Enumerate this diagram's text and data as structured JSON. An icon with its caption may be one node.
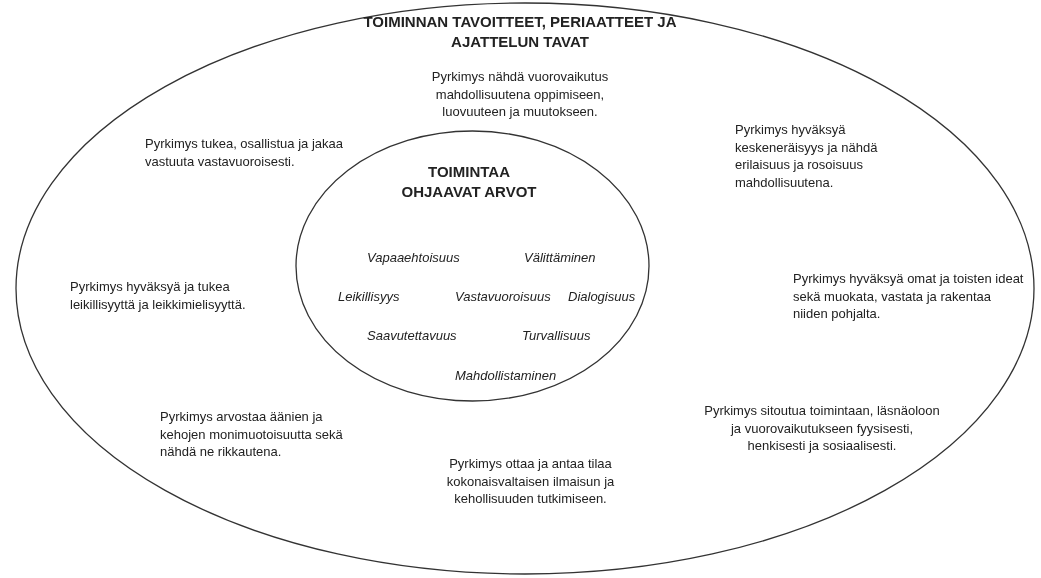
{
  "diagram": {
    "nodes": [
      {
        "text": [
          "TOIMINNAN TAVOITTEET, PERIAATTEET JA AJATTELUN TAVAT",
          "Pyrkimys nähdä vuorovaikutus mahdollisuutena oppimiseen, luovuuteen ja muutokseen.",
          "Pyrkimys tukea, osallistua ja jakaa vastuuta vastavuoroisesti.",
          "Pyrkimys hyväksyä keskeneräisyys ja nähdä erilaisuus ja rosoisuus mahdollisuutena.",
          "Pyrkimys hyväksyä ja tukea leikillisyyttä ja leikkimielisyyttä.",
          "Pyrkimys hyväksyä omat ja toisten ideat sekä muokata, vastata ja rakentaa niiden pohjalta.",
          "Pyrkimys arvostaa äänien ja kehojen monimuotoisuutta sekä nähdä ne rikkautena.",
          "Pyrkimys sitoutua toimintaan, läsnäoloon ja vuorovaikutukseen fyysisesti, henkisesti ja sosiaalisesti.",
          "Pyrkimys ottaa ja antaa tilaa kokonaisvaltaisen ilmaisun ja kehollisuuden tutkimiseen."
        ]
      },
      {
        "text": [
          "TOIMINTAA OHJAAVAT ARVOT",
          "Vapaaehtoisuus",
          "Välittäminen",
          "Leikillisyys",
          "Vastavuoroisuus",
          "Dialogisuus",
          "Saavutettavuus",
          "Turvallisuus",
          "Mahdollistaminen"
        ],
        "in": 0
      }
    ]
  }
}
